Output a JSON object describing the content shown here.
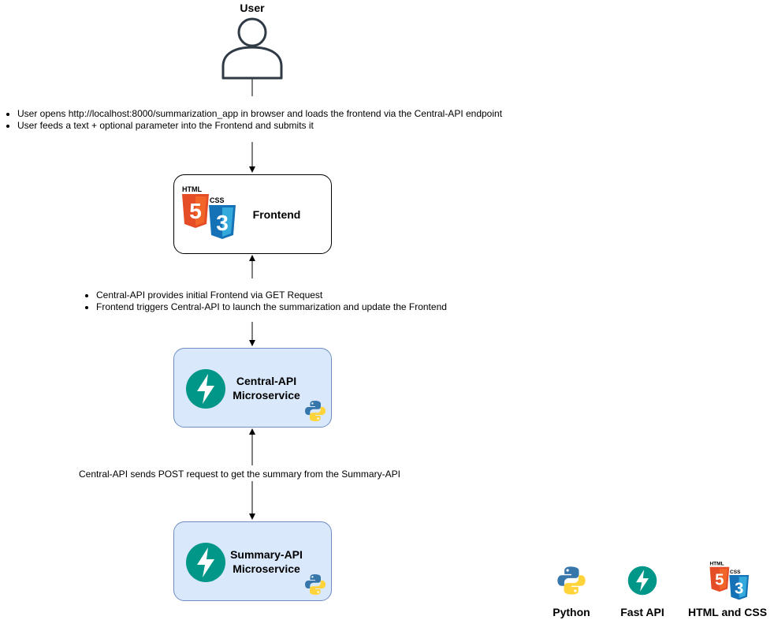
{
  "user": {
    "label": "User"
  },
  "user_notes": [
    "User opens http://localhost:8000/summarization_app in browser and loads the frontend via the Central-API endpoint",
    "User feeds a text + optional parameter into the Frontend and submits it"
  ],
  "frontend": {
    "label": "Frontend",
    "icon_text": {
      "html": "HTML",
      "css": "CSS",
      "five": "5",
      "three": "3"
    }
  },
  "frontend_notes": [
    "Central-API provides initial Frontend via GET Request",
    "Frontend triggers Central-API to launch the summarization and update the Frontend"
  ],
  "central_api": {
    "line1": "Central-API",
    "line2": "Microservice"
  },
  "central_note": "Central-API sends POST request to get the summary from the Summary-API",
  "summary_api": {
    "line1": "Summary-API",
    "line2": "Microservice"
  },
  "legend": {
    "python": "Python",
    "fastapi": "Fast API",
    "html_css": "HTML and CSS",
    "icon_text": {
      "html": "HTML",
      "css": "CSS",
      "five": "5",
      "three": "3"
    }
  },
  "colors": {
    "microservice_fill": "#dae8fc",
    "microservice_border": "#6c8ebf",
    "fastapi_teal": "#009688",
    "html_orange": "#e44d26",
    "css_blue": "#1572b6",
    "python_blue": "#3776ab",
    "python_yellow": "#ffd43b",
    "user_stroke": "#2f3a45"
  },
  "icons": [
    "user-icon",
    "html5-icon",
    "css3-icon",
    "fastapi-icon",
    "python-icon"
  ]
}
